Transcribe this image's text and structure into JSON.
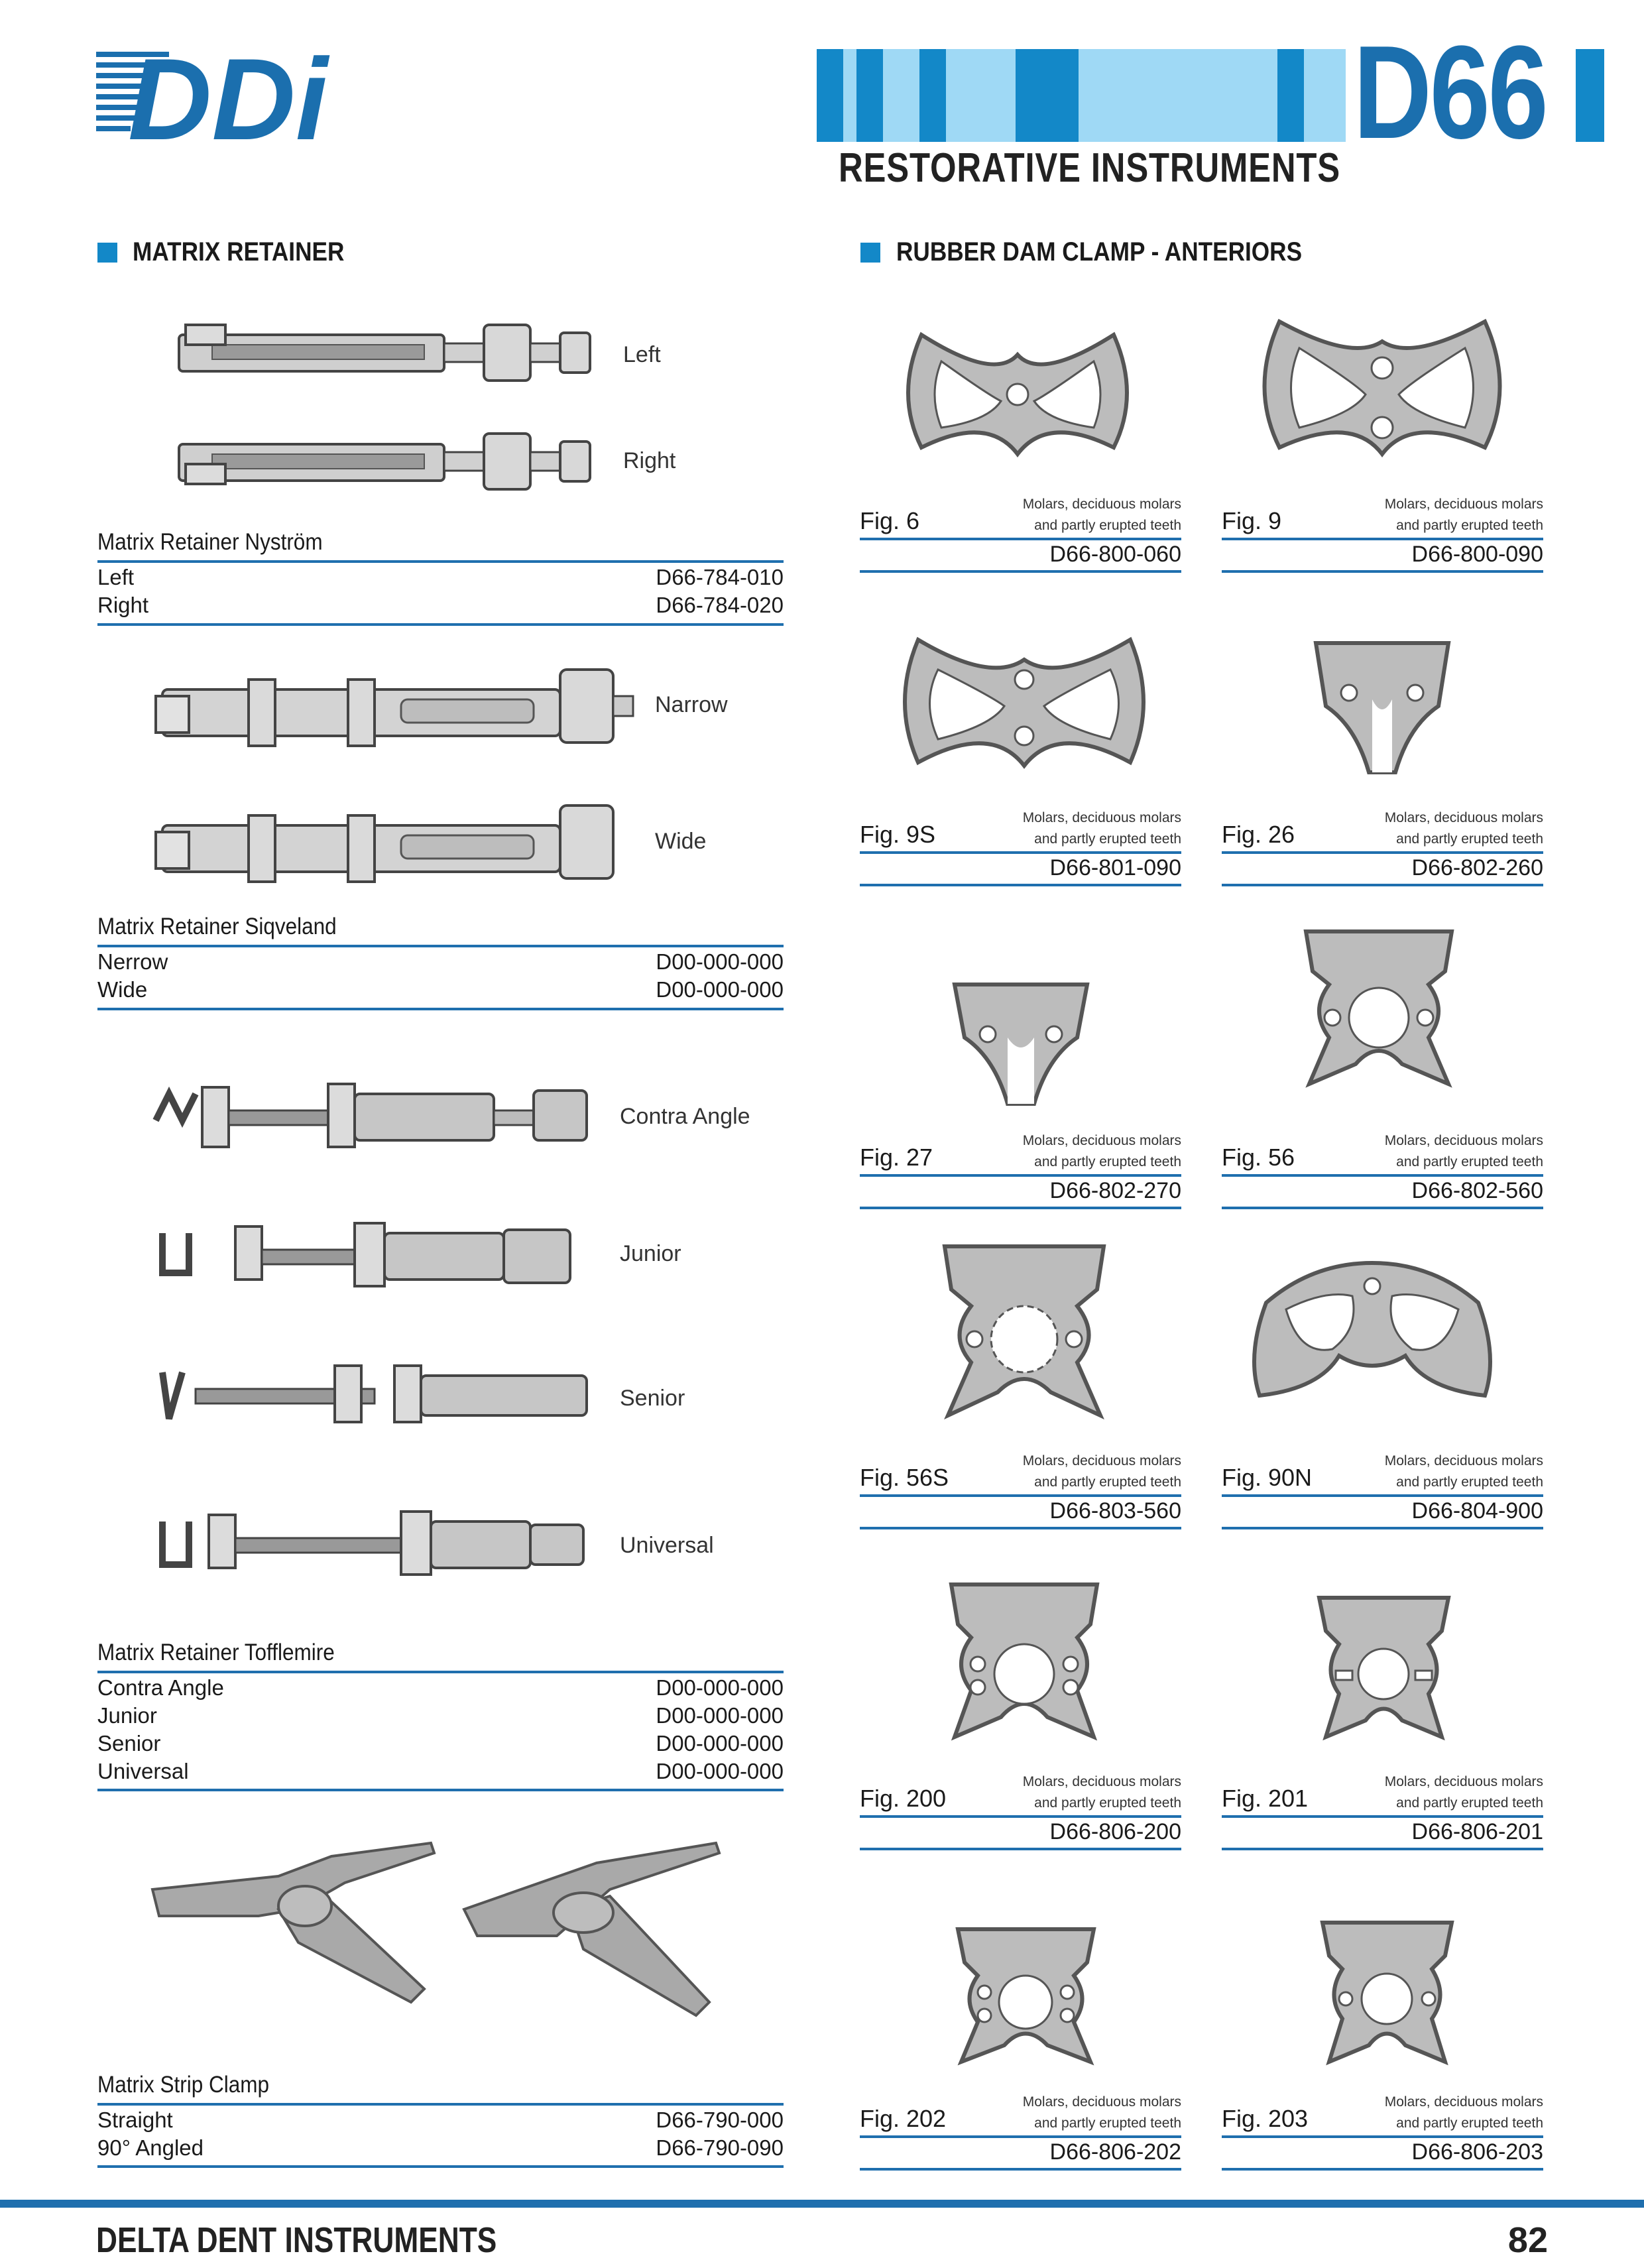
{
  "header": {
    "logo_text": "DDi",
    "code": "D66",
    "subtitle": "RESTORATIVE INSTRUMENTS",
    "stripe_colors": [
      "#1388c8",
      "#9fd9f5"
    ]
  },
  "left": {
    "section_title": "MATRIX RETAINER",
    "products": [
      {
        "title": "Matrix Retainer Nyström",
        "image_labels": [
          "Left",
          "Right"
        ],
        "rows": [
          {
            "label": "Left",
            "code": "D66-784-010"
          },
          {
            "label": "Right",
            "code": "D66-784-020"
          }
        ]
      },
      {
        "title": "Matrix Retainer Siqveland",
        "image_labels": [
          "Narrow",
          "Wide"
        ],
        "rows": [
          {
            "label": "Nerrow",
            "code": "D00-000-000"
          },
          {
            "label": "Wide",
            "code": "D00-000-000"
          }
        ]
      },
      {
        "title": "Matrix Retainer Tofflemire",
        "image_labels": [
          "Contra Angle",
          "Junior",
          "Senior",
          "Universal"
        ],
        "rows": [
          {
            "label": "Contra Angle",
            "code": "D00-000-000"
          },
          {
            "label": "Junior",
            "code": "D00-000-000"
          },
          {
            "label": "Senior",
            "code": "D00-000-000"
          },
          {
            "label": "Universal",
            "code": "D00-000-000"
          }
        ]
      },
      {
        "title": "Matrix Strip Clamp",
        "image_labels": [],
        "rows": [
          {
            "label": "Straight",
            "code": "D66-790-000"
          },
          {
            "label": "90° Angled",
            "code": "D66-790-090"
          }
        ]
      }
    ]
  },
  "right": {
    "section_title": "RUBBER DAM CLAMP - ANTERIORS",
    "figures": [
      {
        "fig": "Fig. 6",
        "desc1": "Molars, deciduous molars",
        "desc2": "and partly erupted teeth",
        "code": "D66-800-060"
      },
      {
        "fig": "Fig. 9",
        "desc1": "Molars, deciduous molars",
        "desc2": "and partly erupted teeth",
        "code": "D66-800-090"
      },
      {
        "fig": "Fig. 9S",
        "desc1": "Molars, deciduous molars",
        "desc2": "and partly erupted teeth",
        "code": "D66-801-090"
      },
      {
        "fig": "Fig. 26",
        "desc1": "Molars, deciduous molars",
        "desc2": "and partly erupted teeth",
        "code": "D66-802-260"
      },
      {
        "fig": "Fig. 27",
        "desc1": "Molars, deciduous molars",
        "desc2": "and partly erupted teeth",
        "code": "D66-802-270"
      },
      {
        "fig": "Fig. 56",
        "desc1": "Molars, deciduous molars",
        "desc2": "and partly erupted teeth",
        "code": "D66-802-560"
      },
      {
        "fig": "Fig. 56S",
        "desc1": "Molars, deciduous molars",
        "desc2": "and partly erupted teeth",
        "code": "D66-803-560"
      },
      {
        "fig": "Fig. 90N",
        "desc1": "Molars, deciduous molars",
        "desc2": "and partly erupted teeth",
        "code": "D66-804-900"
      },
      {
        "fig": "Fig. 200",
        "desc1": "Molars, deciduous molars",
        "desc2": "and partly erupted teeth",
        "code": "D66-806-200"
      },
      {
        "fig": "Fig. 201",
        "desc1": "Molars, deciduous molars",
        "desc2": "and partly erupted teeth",
        "code": "D66-806-201"
      },
      {
        "fig": "Fig. 202",
        "desc1": "Molars, deciduous molars",
        "desc2": "and partly erupted teeth",
        "code": "D66-806-202"
      },
      {
        "fig": "Fig. 203",
        "desc1": "Molars, deciduous molars",
        "desc2": "and partly erupted teeth",
        "code": "D66-806-203"
      }
    ]
  },
  "footer": {
    "company": "DELTA DENT INSTRUMENTS",
    "page_number": "82",
    "bar_color": "#1f6fae"
  }
}
